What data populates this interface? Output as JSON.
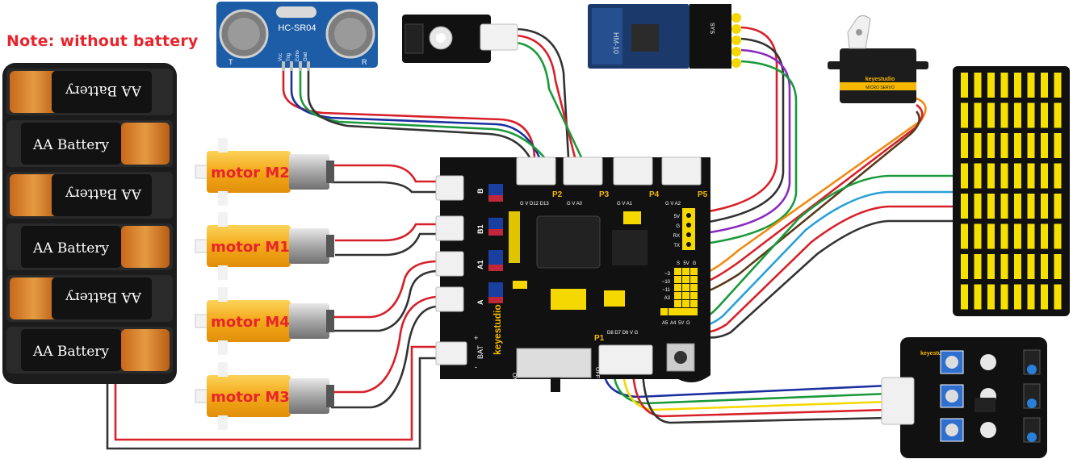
{
  "note": "Note: without battery",
  "battery": {
    "cell_label": "AA Battery",
    "cells": [
      "AA Battery",
      "AA Battery",
      "AA Battery",
      "AA Battery",
      "AA Battery",
      "AA Battery"
    ]
  },
  "motors": [
    "motor M2",
    "motor M1",
    "motor M4",
    "motor M3"
  ],
  "ultrasonic": {
    "model": "HC-SR04",
    "left": "T",
    "right": "R",
    "pins": [
      "Vcc",
      "Trig",
      "Echo",
      "Gnd"
    ]
  },
  "bluetooth": {
    "model": "HM-10",
    "pins_label": "SYS"
  },
  "servo": {
    "brand": "keyestudio",
    "label": "MICRO SERVO"
  },
  "board": {
    "brand": "keyestudio",
    "motor_ports": [
      "B",
      "B1",
      "A1",
      "A"
    ],
    "bat_label": "BAT",
    "bat_plus": "+",
    "bat_minus": "-",
    "switch_on": "ON",
    "switch_off": "OFF",
    "ports": [
      {
        "name": "P2",
        "pins": "G V D12 D13"
      },
      {
        "name": "P3",
        "pins": "G V A0"
      },
      {
        "name": "P4",
        "pins": "G V A1"
      },
      {
        "name": "P5",
        "pins": "G V A2"
      }
    ],
    "p1": {
      "name": "P1",
      "pins": "D8 D7 D6 V G"
    },
    "bt_header": [
      "5V",
      "G",
      "RX",
      "TX"
    ],
    "pwm_labels": [
      "~3",
      "~10",
      "~11",
      "A3"
    ],
    "i2c_labels": [
      "A5",
      "A4",
      "5V",
      "G"
    ],
    "top_right_labels": [
      "S",
      "5V",
      "G"
    ]
  },
  "line_tracker": {
    "brand": "keyestudio"
  },
  "colors": {
    "board": "#111111",
    "battery_case": "#1c1c1c",
    "motor": "#f6b21a",
    "sensor_blue": "#1d5da8",
    "wire_red": "#d8202a",
    "wire_black": "#333333",
    "wire_blue": "#1a2fa0",
    "wire_green": "#1a9a3a",
    "wire_purple": "#8a2ac0",
    "wire_orange": "#f08a10",
    "wire_yellow": "#f5d800",
    "led_yellow": "#f5e000"
  }
}
